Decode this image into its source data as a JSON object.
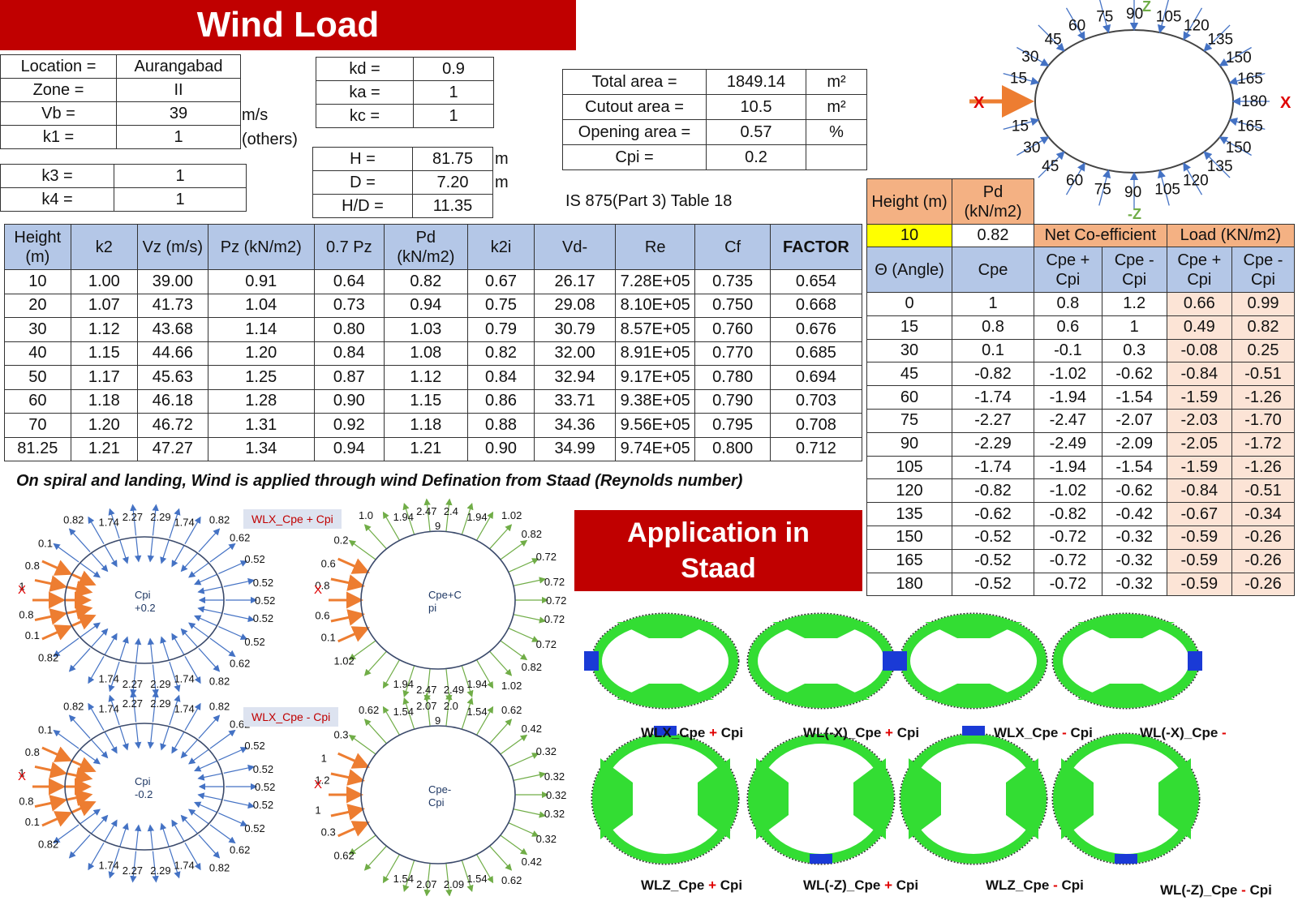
{
  "title": "Wind Load",
  "site": {
    "rows": [
      {
        "label": "Location =",
        "value": "Aurangabad"
      },
      {
        "label": "Zone =",
        "value": "II"
      },
      {
        "label": "Vb =",
        "value": "39"
      },
      {
        "label": "k1 =",
        "value": "1"
      }
    ],
    "vb_unit": "m/s",
    "k1_note": "(others)",
    "k_rows": [
      {
        "label": "k3 =",
        "value": "1"
      },
      {
        "label": "k4 =",
        "value": "1"
      }
    ]
  },
  "factors": [
    {
      "label": "kd =",
      "value": "0.9"
    },
    {
      "label": "ka =",
      "value": "1"
    },
    {
      "label": "kc =",
      "value": "1"
    }
  ],
  "dims": [
    {
      "label": "H =",
      "value": "81.75",
      "unit": "m"
    },
    {
      "label": "D =",
      "value": "7.20",
      "unit": "m"
    },
    {
      "label": "H/D =",
      "value": "11.35",
      "unit": ""
    }
  ],
  "areas": [
    {
      "label": "Total area =",
      "value": "1849.14",
      "unit": "m²"
    },
    {
      "label": "Cutout area =",
      "value": "10.5",
      "unit": "m²"
    },
    {
      "label": "Opening area =",
      "value": "0.57",
      "unit": "%"
    },
    {
      "label": "Cpi =",
      "value": "0.2",
      "unit": ""
    }
  ],
  "reference": "IS 875(Part 3) Table 18",
  "main_table": {
    "headers": [
      "Height (m)",
      "k2",
      "Vz (m/s)",
      "Pz (kN/m2)",
      "0.7 Pz",
      "Pd (kN/m2)",
      "k2i",
      "Vd-",
      "Re",
      "Cf",
      "FACTOR"
    ],
    "rows": [
      [
        "10",
        "1.00",
        "39.00",
        "0.91",
        "0.64",
        "0.82",
        "0.67",
        "26.17",
        "7.28E+05",
        "0.735",
        "0.654"
      ],
      [
        "20",
        "1.07",
        "41.73",
        "1.04",
        "0.73",
        "0.94",
        "0.75",
        "29.08",
        "8.10E+05",
        "0.750",
        "0.668"
      ],
      [
        "30",
        "1.12",
        "43.68",
        "1.14",
        "0.80",
        "1.03",
        "0.79",
        "30.79",
        "8.57E+05",
        "0.760",
        "0.676"
      ],
      [
        "40",
        "1.15",
        "44.66",
        "1.20",
        "0.84",
        "1.08",
        "0.82",
        "32.00",
        "8.91E+05",
        "0.770",
        "0.685"
      ],
      [
        "50",
        "1.17",
        "45.63",
        "1.25",
        "0.87",
        "1.12",
        "0.84",
        "32.94",
        "9.17E+05",
        "0.780",
        "0.694"
      ],
      [
        "60",
        "1.18",
        "46.18",
        "1.28",
        "0.90",
        "1.15",
        "0.86",
        "33.71",
        "9.38E+05",
        "0.790",
        "0.703"
      ],
      [
        "70",
        "1.20",
        "46.72",
        "1.31",
        "0.92",
        "1.18",
        "0.88",
        "34.36",
        "9.56E+05",
        "0.795",
        "0.708"
      ],
      [
        "81.25",
        "1.21",
        "47.27",
        "1.34",
        "0.94",
        "1.21",
        "0.90",
        "34.99",
        "9.74E+05",
        "0.800",
        "0.712"
      ]
    ]
  },
  "note": "On spiral and landing, Wind is applied through wind Defination from Staad (Reynolds number)",
  "cpe_table": {
    "height_label": "Height (m)",
    "pd_label": "Pd (kN/m2)",
    "height_value": "10",
    "pd_value": "0.82",
    "net_label": "Net Co-efficient",
    "load_label": "Load (KN/m2)",
    "col_headers": [
      "Θ (Angle)",
      "Cpe",
      "Cpe + Cpi",
      "Cpe - Cpi",
      "Cpe + Cpi",
      "Cpe - Cpi"
    ],
    "rows": [
      [
        "0",
        "1",
        "0.8",
        "1.2",
        "0.66",
        "0.99"
      ],
      [
        "15",
        "0.8",
        "0.6",
        "1",
        "0.49",
        "0.82"
      ],
      [
        "30",
        "0.1",
        "-0.1",
        "0.3",
        "-0.08",
        "0.25"
      ],
      [
        "45",
        "-0.82",
        "-1.02",
        "-0.62",
        "-0.84",
        "-0.51"
      ],
      [
        "60",
        "-1.74",
        "-1.94",
        "-1.54",
        "-1.59",
        "-1.26"
      ],
      [
        "75",
        "-2.27",
        "-2.47",
        "-2.07",
        "-2.03",
        "-1.70"
      ],
      [
        "90",
        "-2.29",
        "-2.49",
        "-2.09",
        "-2.05",
        "-1.72"
      ],
      [
        "105",
        "-1.74",
        "-1.94",
        "-1.54",
        "-1.59",
        "-1.26"
      ],
      [
        "120",
        "-0.82",
        "-1.02",
        "-0.62",
        "-0.84",
        "-0.51"
      ],
      [
        "135",
        "-0.62",
        "-0.82",
        "-0.42",
        "-0.67",
        "-0.34"
      ],
      [
        "150",
        "-0.52",
        "-0.72",
        "-0.32",
        "-0.59",
        "-0.26"
      ],
      [
        "165",
        "-0.52",
        "-0.72",
        "-0.32",
        "-0.59",
        "-0.26"
      ],
      [
        "180",
        "-0.52",
        "-0.72",
        "-0.32",
        "-0.59",
        "-0.26"
      ]
    ]
  },
  "angle_diagram": {
    "top_labels": [
      "45",
      "60",
      "75",
      "90",
      "105",
      "120",
      "135",
      "150",
      "165",
      "180"
    ],
    "bottom_labels": [
      "15",
      "30",
      "45",
      "60",
      "75",
      "90",
      "105",
      "120",
      "135",
      "150",
      "165"
    ],
    "left_labels": [
      "30",
      "15"
    ],
    "axis_x": "X",
    "axis_z_top": "Z",
    "axis_z_bottom": "-Z"
  },
  "diagrams": {
    "wlx_plus_label": "WLX_Cpe + Cpi",
    "wlx_minus_label": "WLX_Cpe - Cpi",
    "cpi_plus": [
      "Cpi",
      "+0.2"
    ],
    "cpi_minus": [
      "Cpi",
      "-0.2"
    ],
    "cpe_plus_cpi": [
      "Cpe+C",
      "pi"
    ],
    "cpe_minus_cpi": [
      "Cpe-",
      "Cpi"
    ],
    "x_label": "X",
    "blue_top": [
      "1.74",
      "2.27",
      "2.29",
      "1.74"
    ],
    "blue_right": [
      "0.82",
      "0.62",
      "0.52",
      "0.52",
      "0.52",
      "0.52",
      "0.52",
      "0.62",
      "0.82"
    ],
    "blue_left": [
      "0.82",
      "0.1",
      "0.8",
      "1",
      "0.8",
      "0.1",
      "0.82"
    ],
    "blue_bottom": [
      "1.74",
      "2.27",
      "2.29",
      "1.74"
    ],
    "green_plus_top": [
      "1.94",
      "2.47",
      "2.4",
      "1.94"
    ],
    "green_plus_right": [
      "1.02",
      "0.82",
      "0.72",
      "0.72",
      "0.72",
      "0.72",
      "0.72",
      "0.82",
      "1.02"
    ],
    "green_plus_left": [
      "1.0",
      "0.2",
      "0.6",
      "0.8",
      "0.6",
      "0.1",
      "1.02"
    ],
    "green_plus_bottom": [
      "1.94",
      "2.47",
      "2.49",
      "1.94"
    ],
    "green_minus_top": [
      "1.54",
      "2.07",
      "2.0",
      "1.54"
    ],
    "green_minus_right": [
      "0.62",
      "0.42",
      "0.32",
      "0.32",
      "0.32",
      "0.32",
      "0.32",
      "0.42",
      "0.62"
    ],
    "green_minus_left": [
      "0.62",
      "0.3",
      "1",
      "1.2",
      "1",
      "0.3",
      "0.62"
    ],
    "green_minus_bottom": [
      "1.54",
      "2.07",
      "2.09",
      "1.54"
    ],
    "top_zero": "9"
  },
  "staad": {
    "title_line1": "Application in",
    "title_line2": "Staad",
    "captions": [
      {
        "pre": "WLX_Cpe ",
        "sign": "+",
        "post": " Cpi"
      },
      {
        "pre": "WL(-X)_Cpe ",
        "sign": "+",
        "post": " Cpi"
      },
      {
        "pre": "WLX_Cpe ",
        "sign": "-",
        "post": " Cpi"
      },
      {
        "pre": "WL(-X)_Cpe ",
        "sign": "-",
        "post": ""
      },
      {
        "pre": "WLZ_Cpe ",
        "sign": "+",
        "post": " Cpi"
      },
      {
        "pre": "WL(-Z)_Cpe ",
        "sign": "+",
        "post": " Cpi"
      },
      {
        "pre": "WLZ_Cpe ",
        "sign": "-",
        "post": " Cpi"
      },
      {
        "pre": "WL(-Z)_Cpe ",
        "sign": "-",
        "post": " Cpi"
      }
    ]
  },
  "colors": {
    "banner": "#c00000",
    "header_blue": "#b4c7e7",
    "orange": "#f4b183",
    "peach": "#fce4d6",
    "arrow_blue": "#4472c4",
    "arrow_green": "#70ad47",
    "arrow_orange": "#ed7d31",
    "mesh_green": "#33dd33"
  }
}
